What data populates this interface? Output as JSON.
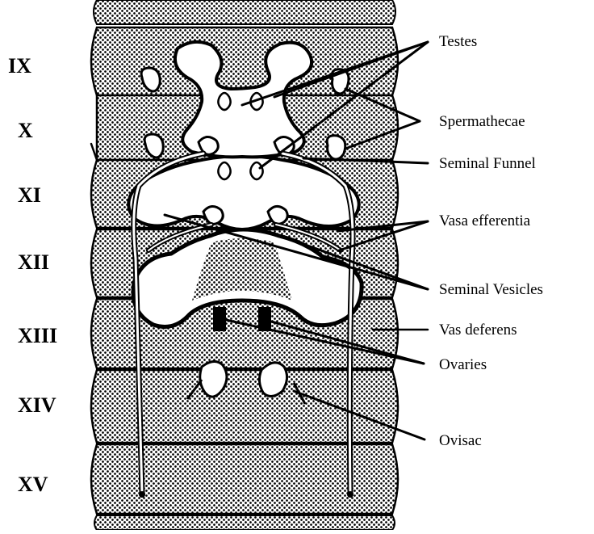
{
  "segments": [
    {
      "label": "IX"
    },
    {
      "label": "X"
    },
    {
      "label": "XI"
    },
    {
      "label": "XII"
    },
    {
      "label": "XIII"
    },
    {
      "label": "XIV"
    },
    {
      "label": "XV"
    }
  ],
  "labels": {
    "testes": "Testes",
    "spermathecae": "Spermathecae",
    "seminal_funnel": "Seminal Funnel",
    "vasa_efferentia": "Vasa efferentia",
    "seminal_vesicles": "Seminal Vesicles",
    "vas_deferens": "Vas deferens",
    "ovaries": "Ovaries",
    "ovisac": "Ovisac"
  },
  "colors": {
    "ink": "#000000",
    "paper": "#ffffff"
  }
}
